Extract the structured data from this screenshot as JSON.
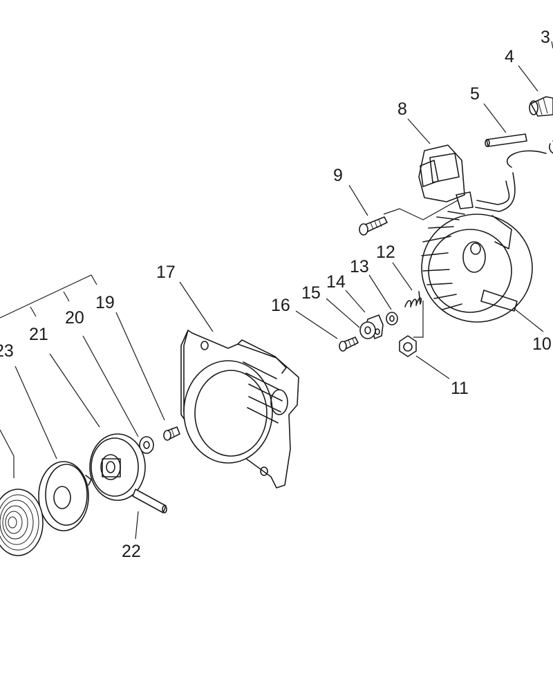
{
  "callouts": [
    {
      "id": "3",
      "label": "3"
    },
    {
      "id": "4",
      "label": "4"
    },
    {
      "id": "5",
      "label": "5"
    },
    {
      "id": "8",
      "label": "8"
    },
    {
      "id": "9",
      "label": "9"
    },
    {
      "id": "10",
      "label": "10"
    },
    {
      "id": "11",
      "label": "11"
    },
    {
      "id": "12",
      "label": "12"
    },
    {
      "id": "13",
      "label": "13"
    },
    {
      "id": "14",
      "label": "14"
    },
    {
      "id": "15",
      "label": "15"
    },
    {
      "id": "16",
      "label": "16"
    },
    {
      "id": "17",
      "label": "17"
    },
    {
      "id": "19",
      "label": "19"
    },
    {
      "id": "20",
      "label": "20"
    },
    {
      "id": "21",
      "label": "21"
    },
    {
      "id": "22",
      "label": "22"
    },
    {
      "id": "23",
      "label": "23"
    }
  ],
  "colors": {
    "line": "#1a1a1a",
    "background": "#ffffff"
  }
}
